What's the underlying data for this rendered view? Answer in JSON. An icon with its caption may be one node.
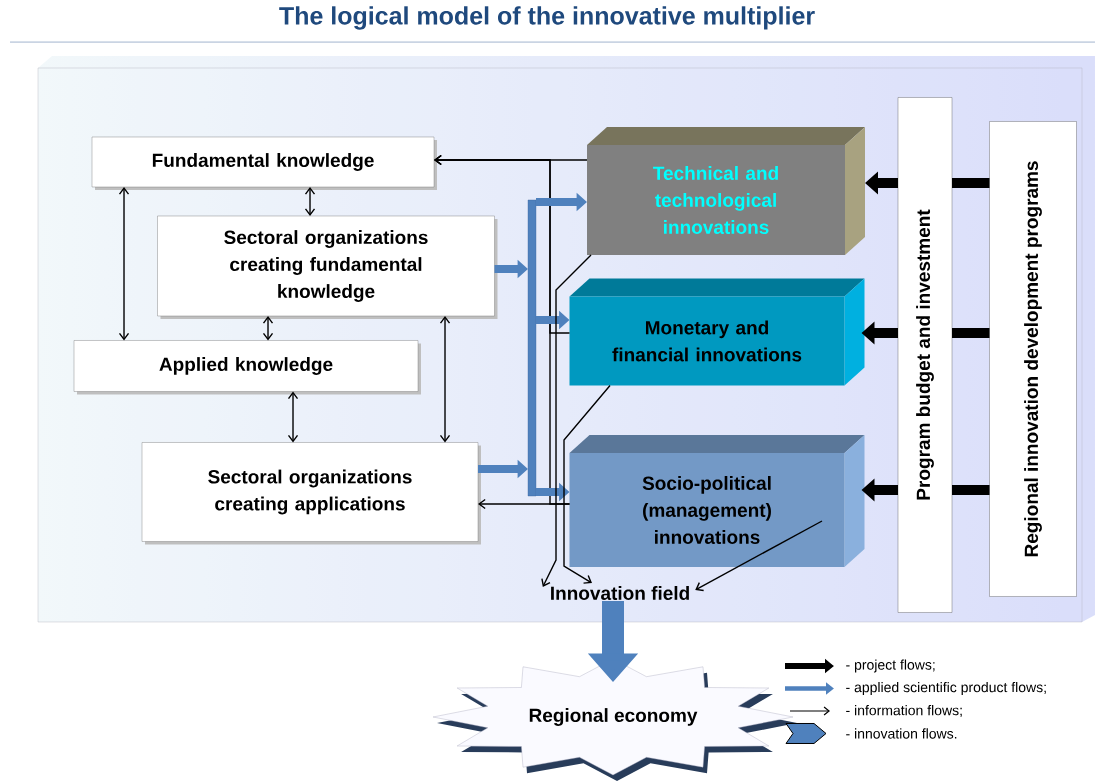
{
  "diagram": {
    "title": "The logical model of the innovative multiplier",
    "nodes": [
      {
        "text": [
          "Fundamental knowledge"
        ]
      },
      {
        "text": [
          "Sectoral organizations creating fundamental knowledge"
        ]
      },
      {
        "text": [
          "Applied knowledge"
        ]
      },
      {
        "text": [
          "Sectoral organizations creating applications"
        ]
      },
      {
        "text": [
          "Technical and technological innovations"
        ]
      },
      {
        "text": [
          "Monetary and financial innovations"
        ]
      },
      {
        "text": [
          "Socio-political (management) innovations"
        ]
      },
      {
        "text": [
          "Program budget and investment"
        ]
      },
      {
        "text": [
          "Regional innovation development programs"
        ]
      },
      {
        "text": [
          "Innovation field"
        ]
      },
      {
        "text": [
          "Regional economy"
        ]
      },
      {
        "text": [],
        "shape": "bar"
      }
    ],
    "edges": [
      {
        "from": 4,
        "to": 0,
        "arrow": "to"
      },
      {
        "from": 5,
        "to": 0,
        "arrow": "to"
      },
      {
        "from": 6,
        "to": 3,
        "arrow": "to"
      },
      {
        "from": 6,
        "to": 0,
        "arrow": "to"
      },
      {
        "from": 0,
        "to": 1,
        "arrow": "both"
      },
      {
        "from": 0,
        "to": 2,
        "arrow": "both"
      },
      {
        "from": 1,
        "to": 2,
        "arrow": "both"
      },
      {
        "from": 2,
        "to": 3,
        "arrow": "both"
      },
      {
        "from": 1,
        "to": 3,
        "arrow": "both"
      },
      {
        "from": 1,
        "to": 11,
        "arrow": "to",
        "style": "thick",
        "color": "#4f81bd"
      },
      {
        "from": 3,
        "to": 11,
        "arrow": "to",
        "style": "thick",
        "color": "#4f81bd"
      },
      {
        "from": 11,
        "to": 4,
        "arrow": "to",
        "style": "thick",
        "color": "#4f81bd"
      },
      {
        "from": 11,
        "to": 5,
        "arrow": "to",
        "style": "thick",
        "color": "#4f81bd"
      },
      {
        "from": 11,
        "to": 6,
        "arrow": "to",
        "style": "thick",
        "color": "#4f81bd"
      },
      {
        "from": 7,
        "to": 4,
        "arrow": "to",
        "style": "thick"
      },
      {
        "from": 7,
        "to": 5,
        "arrow": "to",
        "style": "thick"
      },
      {
        "from": 7,
        "to": 6,
        "arrow": "to",
        "style": "thick"
      },
      {
        "from": 8,
        "to": 7,
        "arrow": "none",
        "style": "thick"
      },
      {
        "from": 8,
        "to": 7,
        "arrow": "none",
        "style": "thick"
      },
      {
        "from": 8,
        "to": 7,
        "arrow": "none",
        "style": "thick"
      },
      {
        "from": 4,
        "to": 9,
        "arrow": "to"
      },
      {
        "from": 5,
        "to": 9,
        "arrow": "to"
      },
      {
        "from": 6,
        "to": 9,
        "arrow": "to"
      },
      {
        "from": 9,
        "to": 10,
        "arrow": "to",
        "style": "thick",
        "color": "#4f81bd"
      }
    ],
    "legend": [
      {
        "text": "- project flows;"
      },
      {
        "text": "- applied scientific product flows;"
      },
      {
        "text": "- information flows;"
      },
      {
        "text": "- innovation flows."
      }
    ]
  }
}
